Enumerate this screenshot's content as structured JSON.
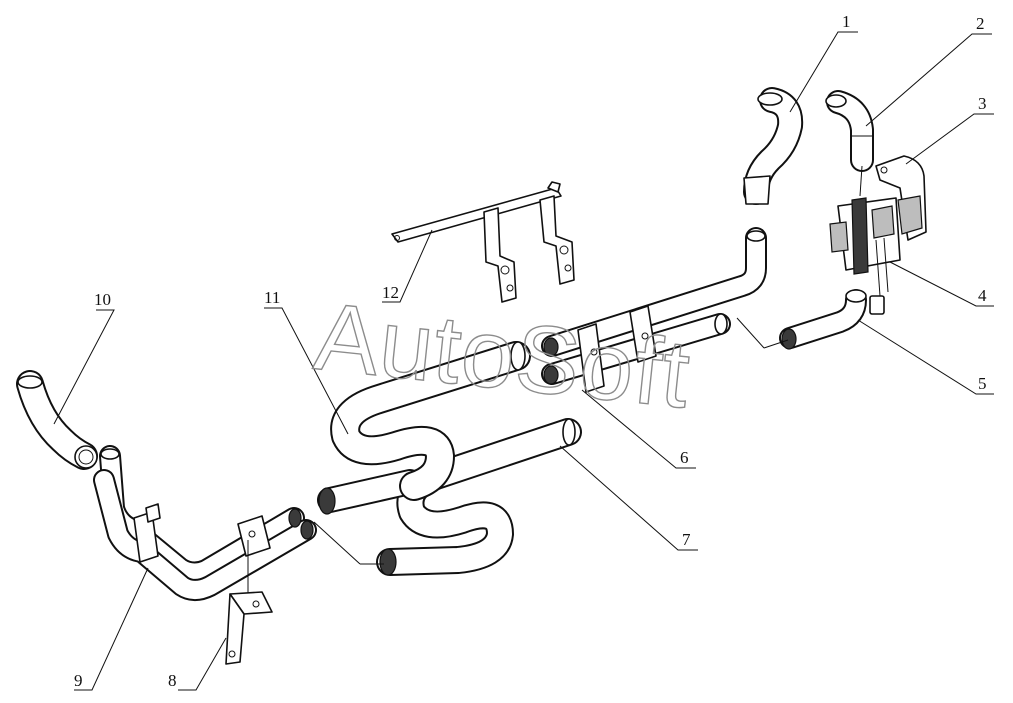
{
  "diagram": {
    "watermark": "AutoSoft",
    "callouts": [
      {
        "id": "1",
        "label": "1"
      },
      {
        "id": "2",
        "label": "2"
      },
      {
        "id": "3",
        "label": "3"
      },
      {
        "id": "4",
        "label": "4"
      },
      {
        "id": "5",
        "label": "5"
      },
      {
        "id": "6",
        "label": "6"
      },
      {
        "id": "7",
        "label": "7"
      },
      {
        "id": "8",
        "label": "8"
      },
      {
        "id": "9",
        "label": "9"
      },
      {
        "id": "10",
        "label": "10"
      },
      {
        "id": "11",
        "label": "11"
      },
      {
        "id": "12",
        "label": "12"
      }
    ]
  }
}
